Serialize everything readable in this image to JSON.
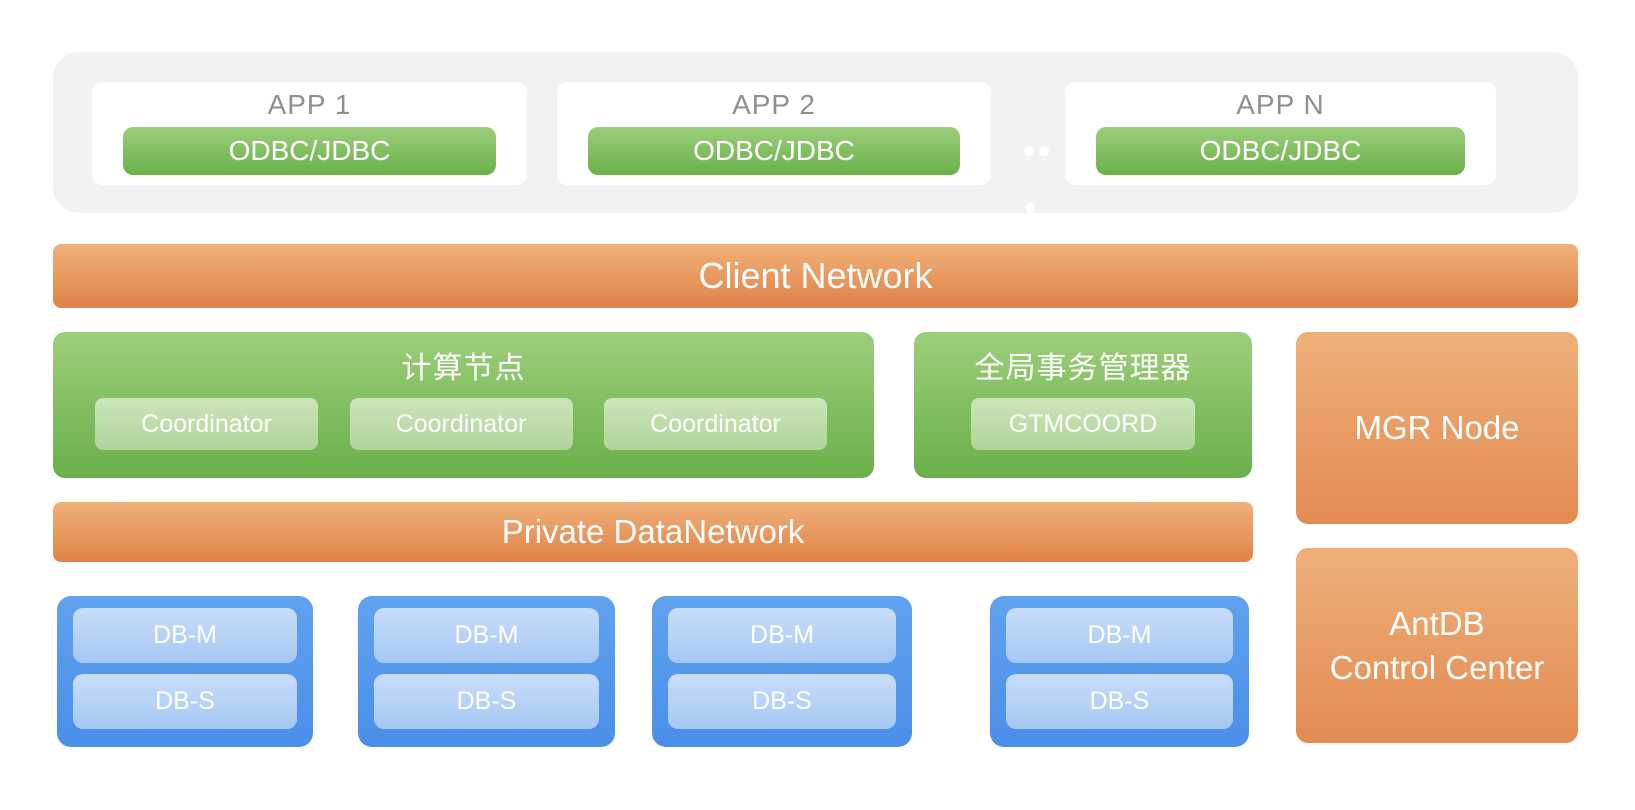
{
  "app_layer": {
    "apps": [
      {
        "title": "APP 1",
        "connector": "ODBC/JDBC"
      },
      {
        "title": "APP 2",
        "connector": "ODBC/JDBC"
      },
      {
        "title": "APP N",
        "connector": "ODBC/JDBC"
      }
    ]
  },
  "client_network": {
    "label": "Client Network"
  },
  "compute_node": {
    "title": "计算节点",
    "coordinators": [
      "Coordinator",
      "Coordinator",
      "Coordinator"
    ]
  },
  "gtm": {
    "title": "全局事务管理器",
    "node": "GTMCOORD"
  },
  "mgr_node": {
    "label": "MGR Node"
  },
  "private_network": {
    "label": "Private DataNetwork"
  },
  "data_node_groups": [
    {
      "master": "DB-M",
      "standby": "DB-S"
    },
    {
      "master": "DB-M",
      "standby": "DB-S"
    },
    {
      "master": "DB-M",
      "standby": "DB-S"
    },
    {
      "master": "DB-M",
      "standby": "DB-S"
    }
  ],
  "control_center": {
    "line1": "AntDB",
    "line2": "Control Center"
  },
  "colors": {
    "page_background": "#ffffff",
    "app_layer_background": "#f2f2f2",
    "app_title_text": "#8f8f8f",
    "green_gradient_top": "#9dce7b",
    "green_gradient_bottom": "#6ab04a",
    "light_green_top": "#cde5bc",
    "light_green_bottom": "#afd499",
    "orange_gradient_top": "#efb179",
    "orange_gradient_bottom": "#e08349",
    "blue_gradient_top": "#60a2ef",
    "blue_gradient_bottom": "#4a8fe8",
    "light_blue_top": "#c8ddfa",
    "light_blue_bottom": "#a6c8f3",
    "white_text": "#ffffff"
  }
}
